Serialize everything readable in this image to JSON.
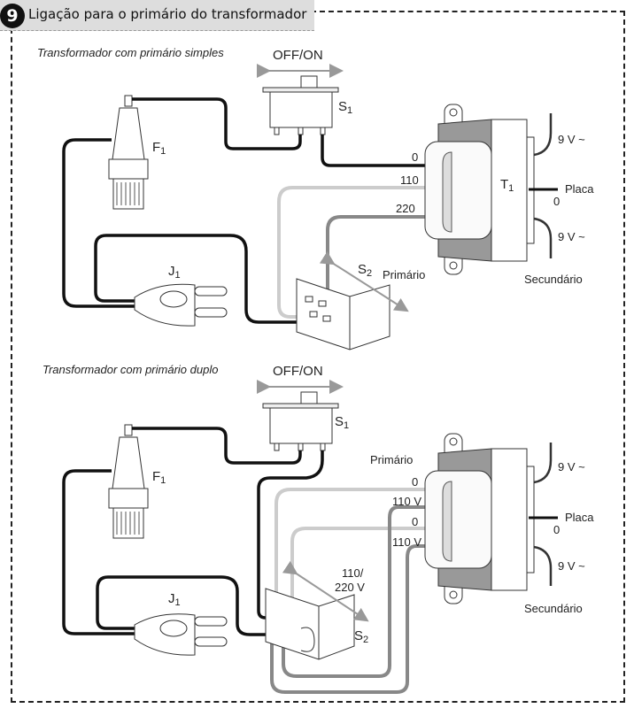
{
  "header": {
    "number": "9",
    "title": "Ligação para o primário do transformador"
  },
  "sections": [
    {
      "subtitle": "Transformador com primário simples",
      "switch_label": "OFF/ON",
      "s1": "S",
      "s1_sub": "1",
      "f1": "F",
      "f1_sub": "1",
      "j1": "J",
      "j1_sub": "1",
      "t1": "T",
      "t1_sub": "1",
      "s2": "S",
      "s2_sub": "2",
      "s2_caption": "Primário",
      "primary_taps": [
        "0",
        "110",
        "220"
      ],
      "secondary_top": "9 V ~",
      "secondary_bottom": "9 V ~",
      "placa": "Placa",
      "placa_tap": "0",
      "secundario": "Secundário"
    },
    {
      "subtitle": "Transformador com primário duplo",
      "switch_label": "OFF/ON",
      "s1": "S",
      "s1_sub": "1",
      "f1": "F",
      "f1_sub": "1",
      "j1": "J",
      "j1_sub": "1",
      "s2": "S",
      "s2_sub": "2",
      "s2_caption_line1": "110/",
      "s2_caption_line2": "220 V",
      "primario": "Primário",
      "primary_taps": [
        "0",
        "110 V",
        "0",
        "110 V"
      ],
      "secondary_top": "9 V ~",
      "secondary_bottom": "9 V ~",
      "placa": "Placa",
      "placa_tap": "0",
      "secundario": "Secundário"
    }
  ]
}
